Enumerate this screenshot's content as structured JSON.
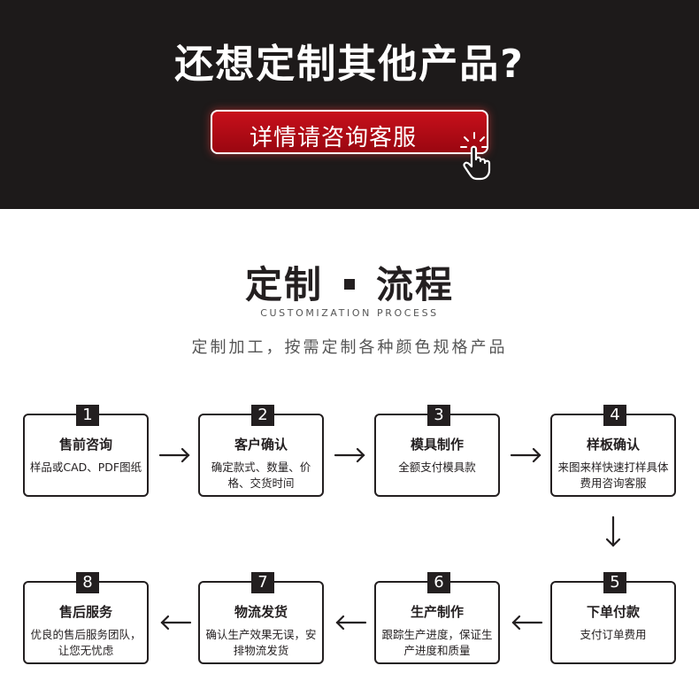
{
  "banner": {
    "title": "还想定制其他产品?",
    "cta_label": "详情请咨询客服"
  },
  "section": {
    "title_left": "定制",
    "title_right": "流程",
    "subtitle": "CUSTOMIZATION PROCESS",
    "description": "定制加工，按需定制各种颜色规格产品"
  },
  "steps": [
    {
      "num": "1",
      "title": "售前咨询",
      "desc": "样品或CAD、PDF图纸"
    },
    {
      "num": "2",
      "title": "客户确认",
      "desc": "确定款式、数量、价格、交货时间"
    },
    {
      "num": "3",
      "title": "模具制作",
      "desc": "全额支付模具款"
    },
    {
      "num": "4",
      "title": "样板确认",
      "desc": "来图来样快速打样具体费用咨询客服"
    },
    {
      "num": "5",
      "title": "下单付款",
      "desc": "支付订单费用"
    },
    {
      "num": "6",
      "title": "生产制作",
      "desc": "跟踪生产进度，保证生产进度和质量"
    },
    {
      "num": "7",
      "title": "物流发货",
      "desc": "确认生产效果无误，安排物流发货"
    },
    {
      "num": "8",
      "title": "售后服务",
      "desc": "优良的售后服务团队，让您无忧虑"
    }
  ],
  "colors": {
    "banner_bg": "#1d1a1a",
    "cta_red": "#c8101b",
    "ink": "#231f20"
  }
}
